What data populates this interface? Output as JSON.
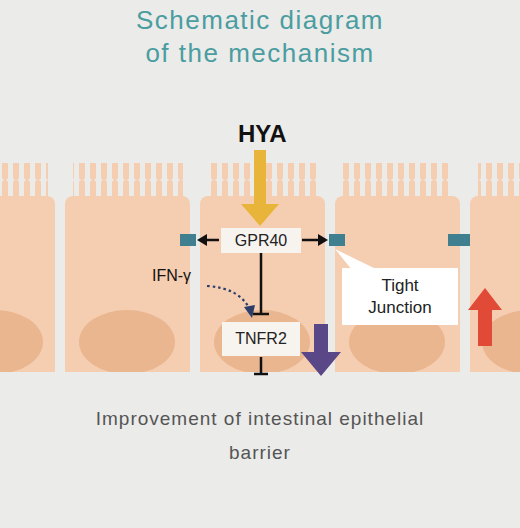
{
  "diagram": {
    "title": "Schematic diagram of the mechanism",
    "caption": "Improvement of intestinal epithelial barrier",
    "nodes": [
      {
        "text": [
          "GPR40"
        ]
      },
      {
        "text": [
          "TNFR2"
        ]
      },
      {
        "text": [
          "Tight Junction"
        ]
      }
    ],
    "edges": [
      {
        "from": 0,
        "to": 1,
        "arrow": "to"
      }
    ],
    "labels": [
      "HYA",
      "IFN-γ"
    ]
  }
}
